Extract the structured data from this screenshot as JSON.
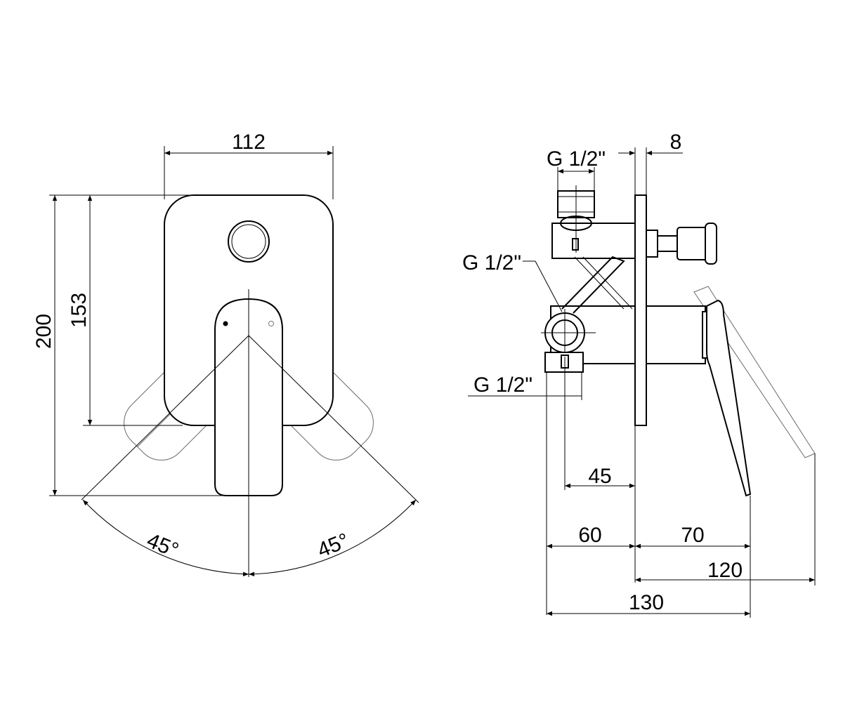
{
  "front_view": {
    "width_label": "112",
    "plate_height_label": "153",
    "total_height_label": "200",
    "angle_left_label": "45°",
    "angle_right_label": "45°"
  },
  "side_view": {
    "thread_top_label": "G 1/2\"",
    "thread_middle_label": "G 1/2\"",
    "thread_bottom_label": "G 1/2\"",
    "plate_thickness_label": "8",
    "outlet_depth_label": "45",
    "body_depth_label": "60",
    "lever_projection_label": "70",
    "lever_rotated_label": "120",
    "overall_depth_label": "130"
  },
  "colors": {
    "line": "#000000",
    "ghost_line": "#6b6b6b",
    "background": "#ffffff"
  }
}
